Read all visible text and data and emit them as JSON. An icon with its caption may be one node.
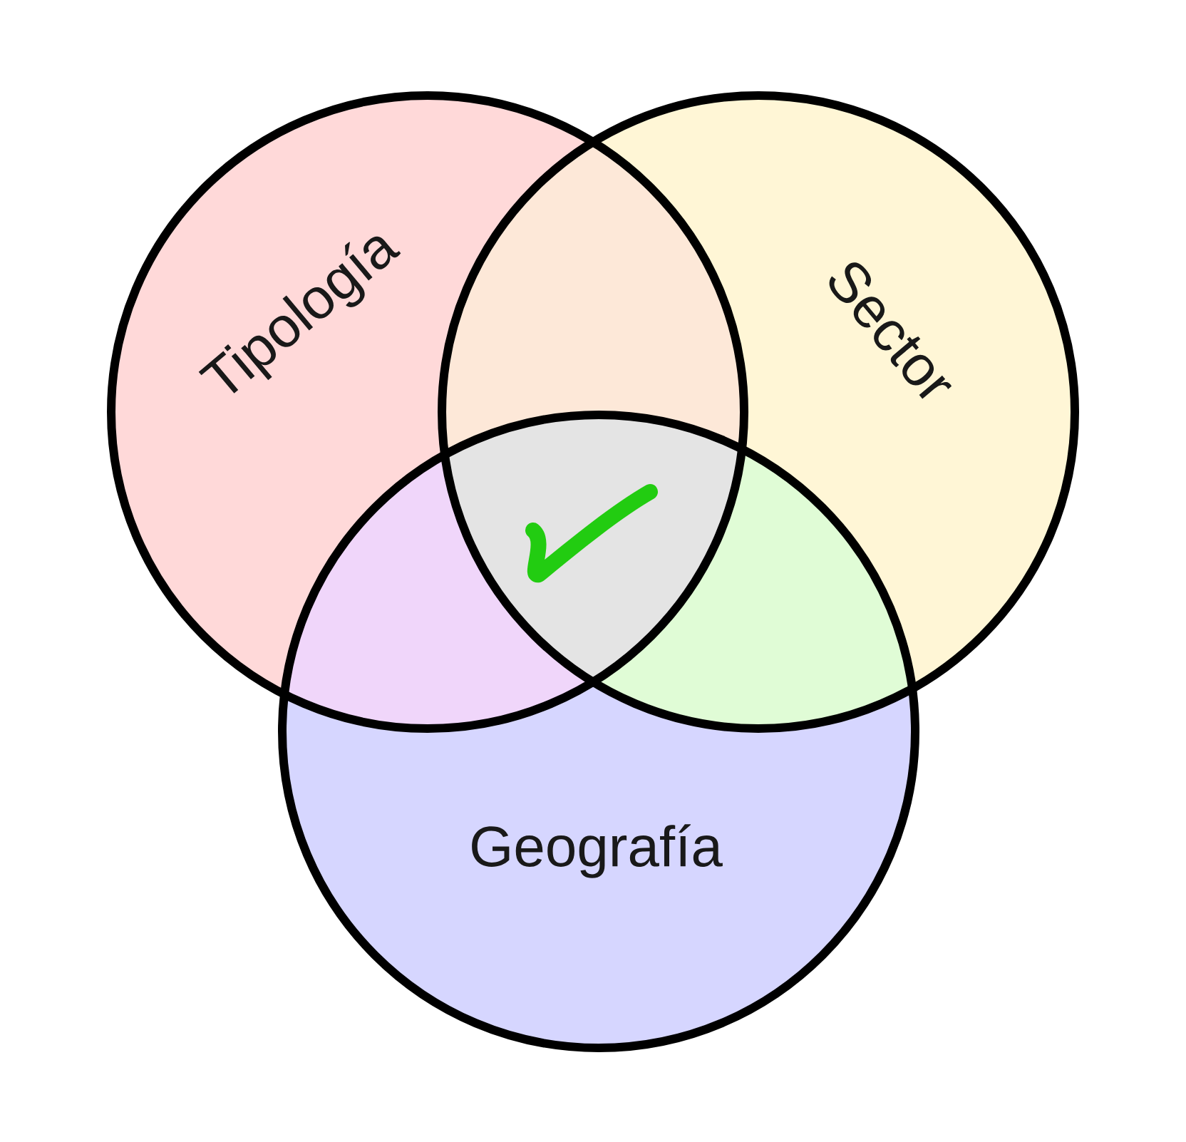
{
  "diagram": {
    "nodes": [
      {
        "text": [
          "Tipología"
        ]
      },
      {
        "text": [
          "Sector"
        ]
      },
      {
        "text": [
          "Geografía"
        ]
      }
    ]
  }
}
